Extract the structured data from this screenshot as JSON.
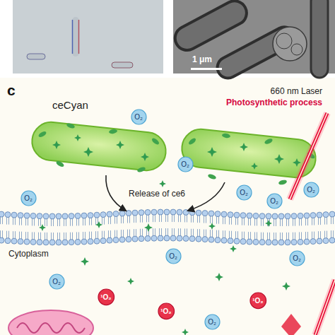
{
  "diagram": {
    "nodes": [
      {
        "text": [
          "O₂"
        ]
      },
      {
        "text": [
          "O₂"
        ]
      },
      {
        "text": [
          "O₂"
        ]
      },
      {
        "text": [
          "O₂"
        ]
      },
      {
        "text": [
          "O₂"
        ]
      },
      {
        "text": [
          "O₂"
        ]
      },
      {
        "text": [
          "O₂"
        ]
      },
      {
        "text": [
          "O₂"
        ]
      },
      {
        "text": [
          "O₂"
        ]
      },
      {
        "text": [
          "¹O₂"
        ]
      },
      {
        "text": [
          "¹O₂"
        ]
      },
      {
        "text": [
          "¹O₂"
        ]
      },
      {
        "text": [
          "O₂"
        ]
      }
    ],
    "labels": [
      "1 μm",
      "c",
      "ceCyan",
      "660 nm Laser",
      "Photosynthetic process",
      "Release of ce6",
      "Cytoplasm"
    ]
  }
}
